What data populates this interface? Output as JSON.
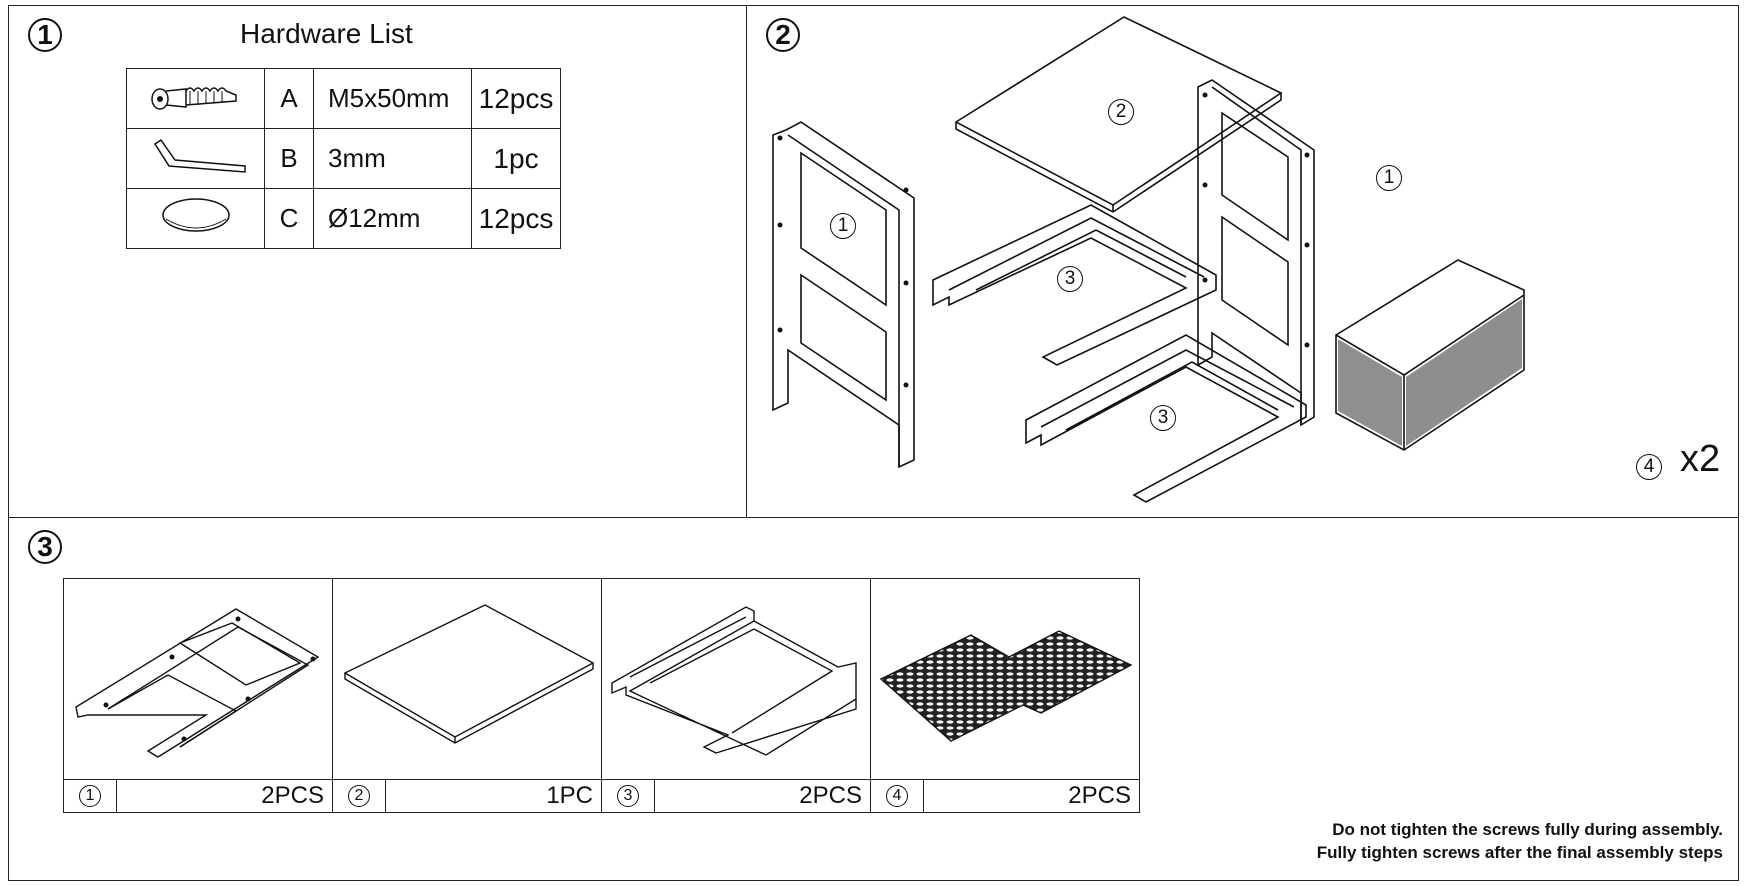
{
  "step1": {
    "number": "1",
    "title": "Hardware List",
    "hardware": [
      {
        "icon": "screw-icon",
        "letter": "A",
        "size": "M5x50mm",
        "qty": "12pcs"
      },
      {
        "icon": "hex-key-icon",
        "letter": "B",
        "size": "3mm",
        "qty": "1pc"
      },
      {
        "icon": "washer-cap-icon",
        "letter": "C",
        "size": "Ø12mm",
        "qty": "12pcs"
      }
    ]
  },
  "step2": {
    "number": "2",
    "callouts": [
      "1",
      "2",
      "3",
      "3",
      "1",
      "4"
    ],
    "multiplier": "x2"
  },
  "step3": {
    "number": "3",
    "parts": [
      {
        "icon": "side-frame-icon",
        "num": "1",
        "qty": "2PCS"
      },
      {
        "icon": "top-panel-icon",
        "num": "2",
        "qty": "1PC"
      },
      {
        "icon": "shelf-frame-icon",
        "num": "3",
        "qty": "2PCS"
      },
      {
        "icon": "basket-flat-icon",
        "num": "4",
        "qty": "2PCS"
      }
    ]
  },
  "notes": {
    "line1": "Do not tighten the screws fully during assembly.",
    "line2": "Fully tighten screws after the final assembly steps"
  }
}
